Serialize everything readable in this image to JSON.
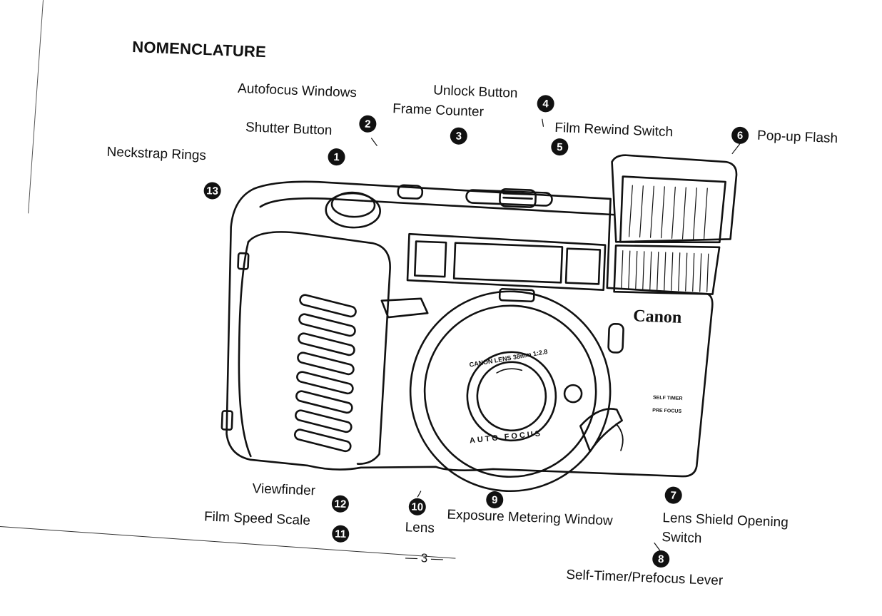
{
  "title": "NOMENCLATURE",
  "page_number": "— 3 —",
  "brand_text": "Canon",
  "lens_ring_text": "CANON LENS 38mm 1:2.8",
  "auto_focus_text": "AUTO FOCUS",
  "self_timer_text": "SELF TIMER",
  "prefocus_text": "PRE FOCUS",
  "parts": [
    {
      "num": "1",
      "label": "Shutter Button"
    },
    {
      "num": "2",
      "label": "Autofocus Windows"
    },
    {
      "num": "3",
      "label": "Frame Counter"
    },
    {
      "num": "4",
      "label": "Unlock Button"
    },
    {
      "num": "5",
      "label": "Film Rewind Switch"
    },
    {
      "num": "6",
      "label": "Pop-up Flash"
    },
    {
      "num": "7",
      "label": "Lens Shield Opening Switch"
    },
    {
      "num": "8",
      "label": "Self-Timer/Prefocus Lever"
    },
    {
      "num": "9",
      "label": "Exposure Metering Window"
    },
    {
      "num": "10",
      "label": "Lens"
    },
    {
      "num": "11",
      "label": "Film Speed Scale"
    },
    {
      "num": "12",
      "label": "Viewfinder"
    },
    {
      "num": "13",
      "label": "Neckstrap Rings"
    }
  ]
}
